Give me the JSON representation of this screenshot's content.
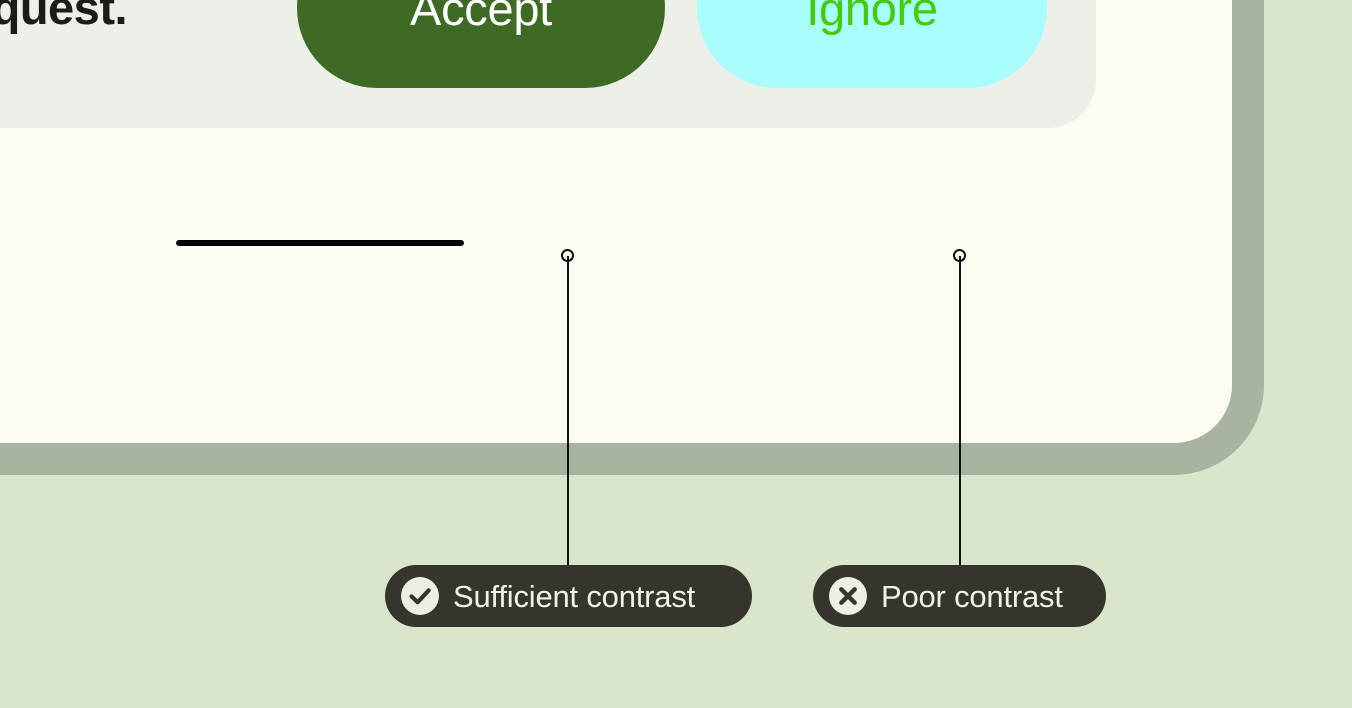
{
  "page": {
    "background_color": "#d9e6cb",
    "frame_border_color": "#a8b3a0",
    "panel_color": "#fdfcf2",
    "card_color": "#edf0e8"
  },
  "content": {
    "body_text": "a request."
  },
  "buttons": [
    {
      "id": "accept",
      "label": "Accept",
      "background_color": "#3d6b24",
      "text_color": "#ffffff",
      "contrast_rating": "Sufficient contrast"
    },
    {
      "id": "ignore",
      "label": "Ignore",
      "background_color": "#a8fcfb",
      "text_color": "#43cc06",
      "contrast_rating": "Poor contrast"
    }
  ],
  "annotations": [
    {
      "id": "sufficient",
      "label": "Sufficient contrast",
      "icon": "check-circle-icon",
      "pill_color": "#35352d",
      "label_color": "#f2f1e7"
    },
    {
      "id": "poor",
      "label": "Poor contrast",
      "icon": "x-circle-icon",
      "pill_color": "#35352d",
      "label_color": "#f2f1e7"
    }
  ]
}
